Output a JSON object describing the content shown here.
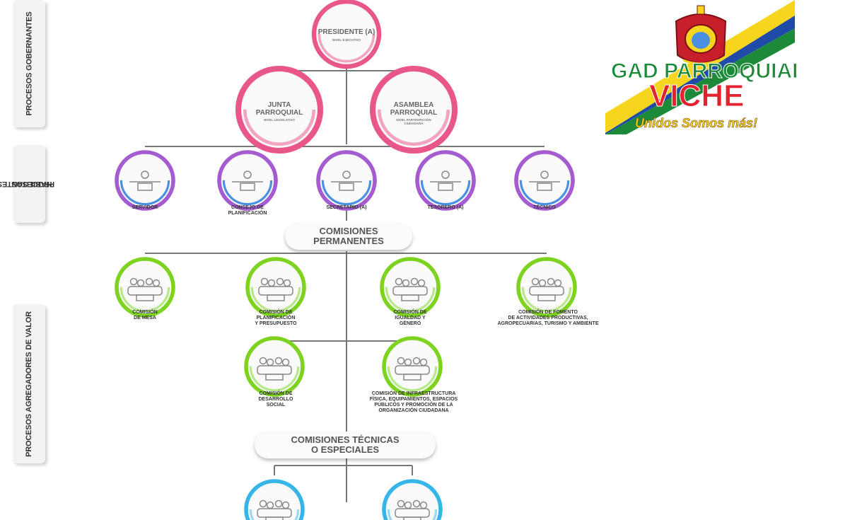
{
  "side_labels": {
    "gobernantes": "PROCESOS GOBERNANTES",
    "habilitantes": [
      "HABILITANTES",
      "PROCESOS"
    ],
    "agregadores": "PROCESOS AGREGADORES DE VALOR"
  },
  "governing": {
    "presidente": {
      "title": "PRESIDENTE (A)",
      "sub": "NIVEL EJECUTIVO"
    },
    "junta": {
      "title": [
        "JUNTA",
        "PARROQUIAL"
      ],
      "sub": "NIVEL LEGISLATIVO"
    },
    "asamblea": {
      "title": [
        "ASAMBLEA",
        "PARROQUIAL"
      ],
      "sub": [
        "NIVEL PARTICIPACIÓN",
        "CIUDADANA"
      ]
    }
  },
  "enabling": [
    {
      "label": [
        "SERVIDOR"
      ]
    },
    {
      "label": [
        "CONSEJO DE",
        "PLANIFICACIÓN"
      ]
    },
    {
      "label": [
        "SECRETARIO (A)"
      ]
    },
    {
      "label": [
        "TESORERO (A)"
      ]
    },
    {
      "label": [
        "TÉCNICO"
      ]
    }
  ],
  "permanent_header": [
    "COMISIONES",
    "PERMANENTES"
  ],
  "commissions_row1": [
    {
      "label": [
        "COMISIÓN",
        "DE MESA"
      ]
    },
    {
      "label": [
        "COMISIÓN DE",
        "PLANIFICACIÓN",
        "Y PRESUPUESTO"
      ]
    },
    {
      "label": [
        "COMISIÓN DE",
        "IGUALDAD Y",
        "GÉNERO"
      ]
    },
    {
      "label": [
        "COMISIÓN DE  FOMENTO",
        "DE ACTIVIDADES PRODUCTIVAS,",
        "AGROPECUARIAS, TURISMO Y AMBIENTE"
      ]
    }
  ],
  "commissions_row2": [
    {
      "label": [
        "COMISIÓN DE",
        "DESARROLLO",
        "SOCIAL"
      ]
    },
    {
      "label": [
        "COMISIÓN DE  INFRAESTRUCTURA",
        "FÍSICA, EQUIPAMIENTOS, ESPACIOS",
        "PÚBLICOS Y PROMOCIÓN DE LA",
        "ORGANIZACIÓN CIUDADANA"
      ]
    }
  ],
  "technical_header": [
    "COMISIONES TÉCNICAS",
    "O ESPECIALES"
  ],
  "logo": {
    "line1": "GAD PARROQUIAL",
    "line2": "VICHE",
    "slogan": "Unidos Somos más!"
  },
  "colors": {
    "pink": "#e9578a",
    "purple": "#a45cd0",
    "blue": "#4a90e2",
    "green": "#7ed321",
    "cyan": "#36b6e8",
    "logo_yellow": "#f6d51f",
    "logo_red": "#e3222e",
    "logo_green": "#1d8a3a"
  }
}
